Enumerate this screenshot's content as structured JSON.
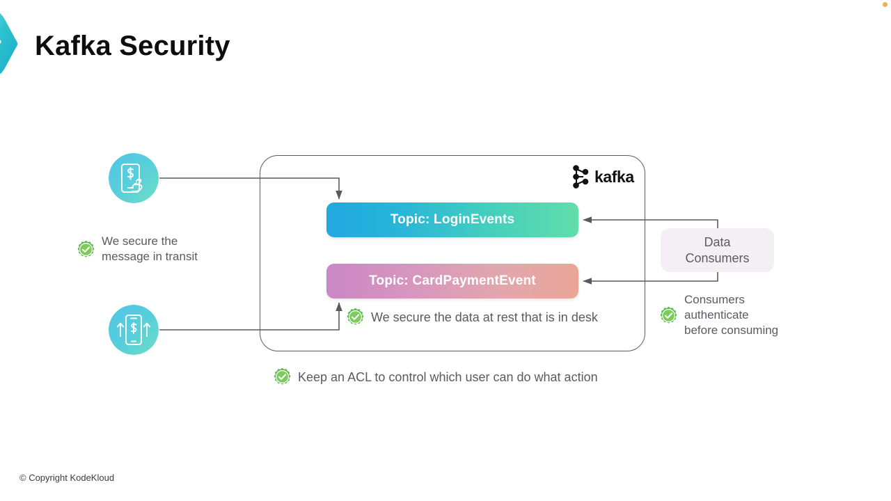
{
  "slide": {
    "title": "Kafka Security",
    "footer": "© Copyright KodeKloud"
  },
  "cluster": {
    "logo_word": "kafka",
    "topics": [
      {
        "label": "Topic: LoginEvents",
        "color_from": "#21a8e0",
        "color_to": "#62ddab"
      },
      {
        "label": "Topic: CardPaymentEvent",
        "color_from": "#c987c4",
        "color_to": "#e9a596"
      }
    ]
  },
  "consumers": {
    "line1": "Data",
    "line2": "Consumers"
  },
  "notes": [
    {
      "id": "in-transit",
      "text": "We secure the\nmessage in transit"
    },
    {
      "id": "at-rest",
      "text": "We secure the data at rest that is in desk"
    },
    {
      "id": "authenticate",
      "text": "Consumers\nauthenticate\nbefore consuming"
    },
    {
      "id": "acl",
      "text": "Keep an ACL to control which user can do what action"
    }
  ],
  "producers": [
    {
      "id": "mobile-payment",
      "alt": "mobile payment app"
    },
    {
      "id": "money-transfer",
      "alt": "money transfer app"
    }
  ],
  "colors": {
    "title": "#0d0d0d",
    "note_text": "#5a5a62",
    "wire": "#59595f",
    "badge_green": "#4caf50",
    "brand_teal": "#36c7cf",
    "consumers_bg": "#f3eff5",
    "corner_dot": "#e8a33d"
  }
}
